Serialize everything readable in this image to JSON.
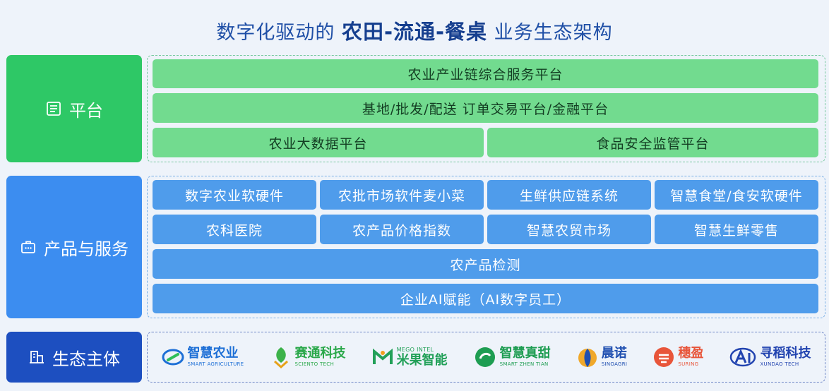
{
  "title": {
    "prefix": "数字化驱动的 ",
    "emphasis": "农田-流通-餐桌",
    "suffix": " 业务生态架构"
  },
  "layers": {
    "platform": {
      "label": "平台",
      "icon": "document-list-icon",
      "rows": {
        "r1": "农业产业链综合服务平台",
        "r2": "基地/批发/配送 订单交易平台/金融平台",
        "r3a": "农业大数据平台",
        "r3b": "食品安全监管平台"
      }
    },
    "product": {
      "label": "产品与服务",
      "icon": "toolbox-icon",
      "rows": {
        "r1": [
          "数字农业软硬件",
          "农批市场软件麦小菜",
          "生鲜供应链系统",
          "智慧食堂/食安软硬件"
        ],
        "r2": [
          "农科医院",
          "农产品价格指数",
          "智慧农贸市场",
          "智慧生鲜零售"
        ],
        "r3": "农产品检测",
        "r4": "企业AI赋能（AI数字员工）"
      }
    },
    "ecosystem": {
      "label": "生态主体",
      "icon": "building-icon",
      "logos": [
        {
          "cn": "智慧农业",
          "en": "SMART AGRICULTURE",
          "color": "#1d6fd6"
        },
        {
          "cn": "赛通科技",
          "en": "SCIENTO TECH",
          "color": "#2aa84a"
        },
        {
          "cn": "米果智能",
          "en": "MEGO INTEL",
          "color": "#22a058"
        },
        {
          "cn": "智慧真甜",
          "en": "SMART ZHEN TIAN",
          "color": "#1e9d52"
        },
        {
          "cn": "晨诺",
          "en": "SINOAGRI",
          "color": "#1f4fb0"
        },
        {
          "cn": "穗盈",
          "en": "SURING",
          "color": "#e8553a"
        },
        {
          "cn": "寻稻科技",
          "en": "XUNDAO TECH",
          "color": "#2244b0"
        }
      ]
    }
  }
}
